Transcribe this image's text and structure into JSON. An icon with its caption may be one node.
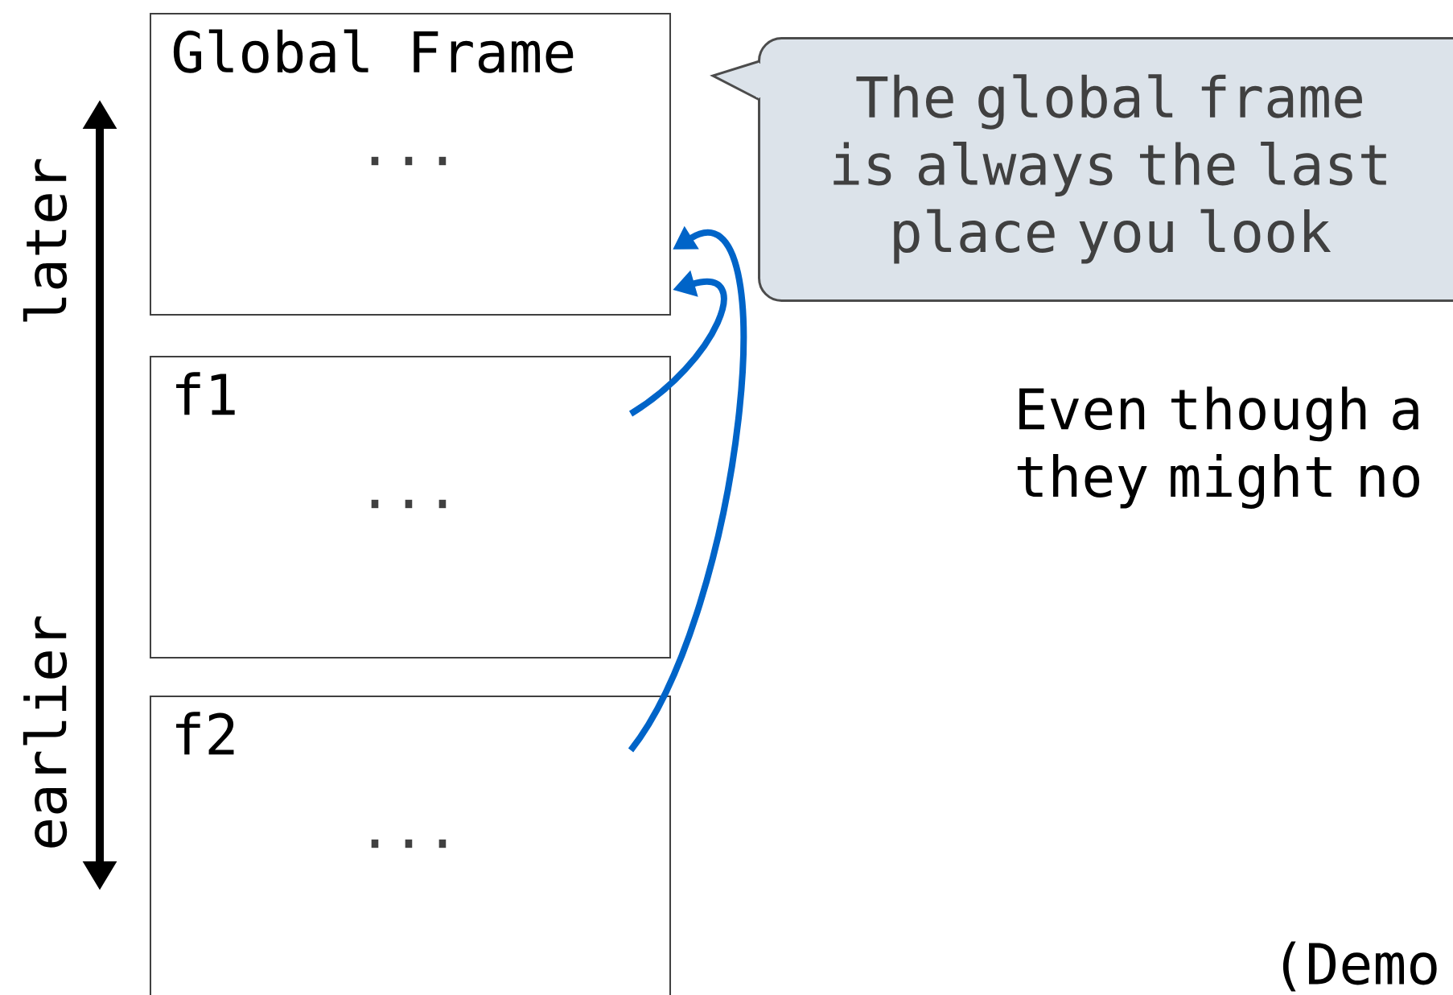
{
  "diagram": {
    "nodes": [
      {
        "text": [
          "Global Frame",
          "..."
        ]
      },
      {
        "text": [
          "f1",
          "..."
        ]
      },
      {
        "text": [
          "f2",
          "..."
        ]
      },
      {
        "text": [
          "The global frame is always the last place you look"
        ]
      }
    ],
    "edges": [
      {
        "from": 1,
        "to": 0,
        "arrow": "to"
      },
      {
        "from": 2,
        "to": 0,
        "arrow": "to"
      }
    ],
    "labels": [
      "later",
      "earlier",
      "Even though a they might no",
      "(Demo"
    ]
  }
}
